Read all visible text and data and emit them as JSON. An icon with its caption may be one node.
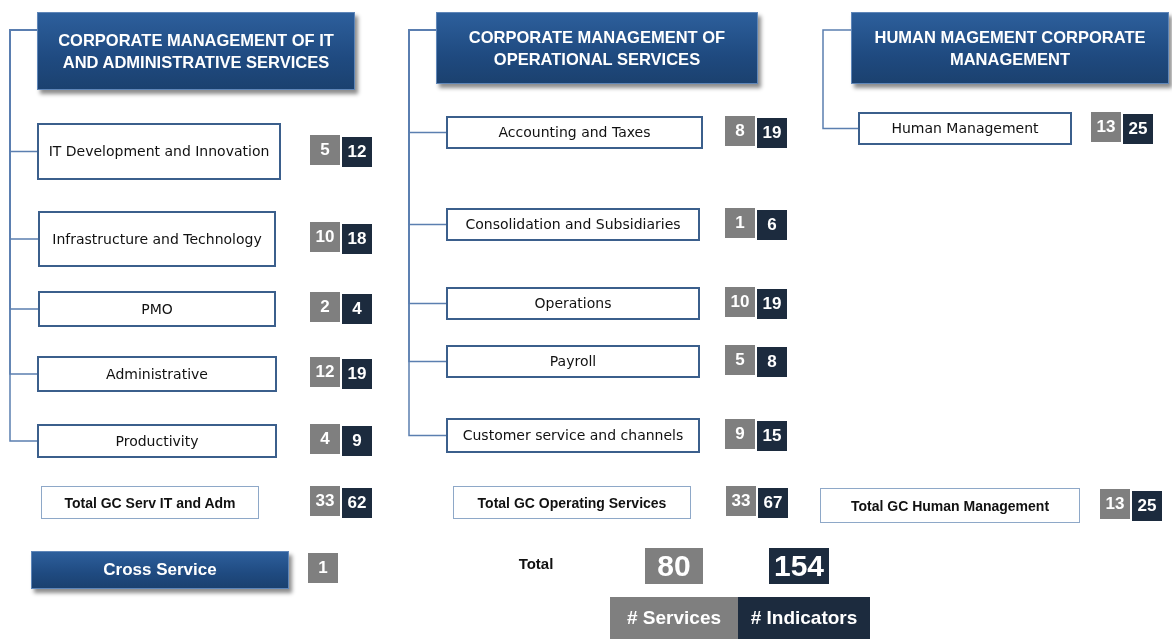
{
  "diagram": {
    "nodes": [
      {
        "text": [
          "CORPORATE MANAGEMENT OF IT AND ADMINISTRATIVE SERVICES"
        ]
      },
      {
        "text": [
          "IT Development and Innovation"
        ],
        "beside": [
          "5",
          "12"
        ]
      },
      {
        "text": [
          "Infrastructure and Technology"
        ],
        "beside": [
          "10",
          "18"
        ]
      },
      {
        "text": [
          "PMO"
        ],
        "beside": [
          "2",
          "4"
        ]
      },
      {
        "text": [
          "Administrative"
        ],
        "beside": [
          "12",
          "19"
        ]
      },
      {
        "text": [
          "Productivity"
        ],
        "beside": [
          "4",
          "9"
        ]
      },
      {
        "text": [
          "CORPORATE MANAGEMENT OF OPERATIONAL SERVICES"
        ]
      },
      {
        "text": [
          "Accounting and Taxes"
        ],
        "beside": [
          "8",
          "19"
        ]
      },
      {
        "text": [
          "Consolidation and Subsidiaries"
        ],
        "beside": [
          "1",
          "6"
        ]
      },
      {
        "text": [
          "Operations"
        ],
        "beside": [
          "10",
          "19"
        ]
      },
      {
        "text": [
          "Payroll"
        ],
        "beside": [
          "5",
          "8"
        ]
      },
      {
        "text": [
          "Customer service and channels"
        ],
        "beside": [
          "9",
          "15"
        ]
      },
      {
        "text": [
          "HUMAN MAGEMENT CORPORATE MANAGEMENT"
        ]
      },
      {
        "text": [
          "Human Management"
        ],
        "beside": [
          "13",
          "25"
        ]
      },
      {
        "text": [
          "Total GC Serv IT and Adm"
        ],
        "beside": [
          "33",
          "62"
        ]
      },
      {
        "text": [
          "Total GC Operating Services"
        ],
        "beside": [
          "33",
          "67"
        ]
      },
      {
        "text": [
          "Total GC Human Management"
        ],
        "beside": [
          "13",
          "25"
        ]
      },
      {
        "text": [
          "Cross Service"
        ],
        "beside": [
          "1"
        ]
      }
    ],
    "edges": [
      {
        "from": 0,
        "to": 1,
        "arrow": "none"
      },
      {
        "from": 0,
        "to": 2,
        "arrow": "none"
      },
      {
        "from": 0,
        "to": 3,
        "arrow": "none"
      },
      {
        "from": 0,
        "to": 4,
        "arrow": "none"
      },
      {
        "from": 0,
        "to": 5,
        "arrow": "none"
      },
      {
        "from": 6,
        "to": 7,
        "arrow": "none"
      },
      {
        "from": 6,
        "to": 8,
        "arrow": "none"
      },
      {
        "from": 6,
        "to": 9,
        "arrow": "none"
      },
      {
        "from": 6,
        "to": 10,
        "arrow": "none"
      },
      {
        "from": 6,
        "to": 11,
        "arrow": "none"
      },
      {
        "from": 12,
        "to": 13,
        "arrow": "none"
      }
    ],
    "labels": [
      "Total",
      "80",
      "154"
    ],
    "legend": [
      {
        "text": "# Services",
        "color": "#7f7f7f"
      },
      {
        "text": "# Indicators",
        "color": "#1c2b3e"
      }
    ]
  }
}
